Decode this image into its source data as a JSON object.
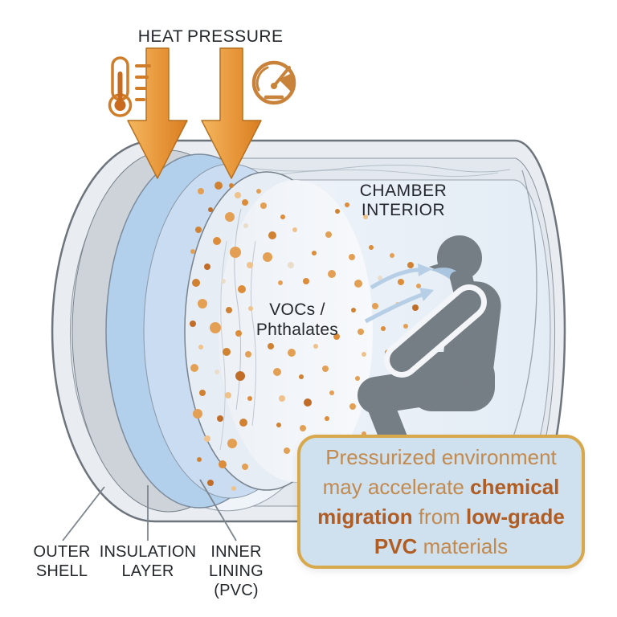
{
  "heading": {
    "heat": "HEAT",
    "pressure": "PRESSURE"
  },
  "icons": {
    "thermometer": "thermometer-icon",
    "gauge": "pressure-gauge-icon",
    "down_arrows": "orange-down-arrow"
  },
  "chamber": {
    "interior_label": "CHAMBER INTERIOR",
    "emission_label": [
      "VOCs /",
      "Phthalates"
    ]
  },
  "layer_labels": [
    {
      "id": "outer-shell",
      "lines": [
        "OUTER",
        "SHELL"
      ]
    },
    {
      "id": "insulation-layer",
      "lines": [
        "INSULATION",
        "LAYER"
      ]
    },
    {
      "id": "inner-lining-pvc",
      "lines": [
        "INNER",
        "LINING",
        "(PVC)"
      ]
    }
  ],
  "callout": {
    "lines": [
      [
        {
          "t": "Pressurized environment",
          "b": false
        }
      ],
      [
        {
          "t": "may accelerate ",
          "b": false
        },
        {
          "t": "chemical",
          "b": true
        }
      ],
      [
        {
          "t": "migration",
          "b": true
        },
        {
          "t": " from ",
          "b": false
        },
        {
          "t": "low-grade",
          "b": true
        }
      ],
      [
        {
          "t": "PVC",
          "b": true
        },
        {
          "t": " materials",
          "b": false
        }
      ]
    ],
    "background": "#cfe0ee",
    "border_color": "#d7a84c",
    "text_color": "#c28a4e",
    "bold_color": "#b05c22"
  },
  "colors": {
    "arrow_orange": "#e08a2c",
    "icon_orange": "#c97a2a",
    "outer_shell_gray": "#e9edf1",
    "insulation_blue": "#b2cfeb",
    "insulation_blue_light": "#c9dcf1",
    "lining_gray": "#e7edf4",
    "interior_blue": "#eef3f9",
    "person_gray": "#767e85",
    "breath_arrow_blue": "#b7cfe6",
    "label_black": "#24282c"
  },
  "particles": {
    "palette": [
      "#d08232",
      "#bf6d28",
      "#e3a055",
      "#efc28b",
      "#e9dcc8",
      "#dd8c3a"
    ],
    "dots": [
      [
        250,
        238,
        4,
        2
      ],
      [
        272,
        231,
        5,
        0
      ],
      [
        296,
        243,
        4,
        3
      ],
      [
        262,
        261,
        3,
        1
      ],
      [
        286,
        270,
        6,
        2
      ],
      [
        247,
        286,
        4,
        0
      ],
      [
        306,
        281,
        3,
        4
      ],
      [
        270,
        300,
        5,
        5
      ],
      [
        240,
        313,
        3,
        2
      ],
      [
        293,
        314,
        7,
        2
      ],
      [
        258,
        332,
        4,
        1
      ],
      [
        311,
        330,
        4,
        3
      ],
      [
        244,
        352,
        5,
        0
      ],
      [
        278,
        350,
        3,
        4
      ],
      [
        301,
        360,
        5,
        5
      ],
      [
        252,
        378,
        6,
        2
      ],
      [
        285,
        386,
        4,
        0
      ],
      [
        312,
        384,
        3,
        3
      ],
      [
        240,
        403,
        4,
        1
      ],
      [
        268,
        408,
        7,
        2
      ],
      [
        297,
        415,
        4,
        5
      ],
      [
        250,
        432,
        3,
        3
      ],
      [
        282,
        438,
        5,
        0
      ],
      [
        309,
        441,
        4,
        2
      ],
      [
        242,
        458,
        5,
        2
      ],
      [
        270,
        463,
        3,
        4
      ],
      [
        299,
        468,
        6,
        1
      ],
      [
        252,
        489,
        4,
        0
      ],
      [
        284,
        492,
        4,
        3
      ],
      [
        311,
        496,
        3,
        5
      ],
      [
        246,
        515,
        6,
        2
      ],
      [
        274,
        521,
        4,
        1
      ],
      [
        303,
        526,
        5,
        0
      ],
      [
        258,
        546,
        4,
        3
      ],
      [
        289,
        552,
        6,
        2
      ],
      [
        248,
        572,
        3,
        0
      ],
      [
        277,
        578,
        5,
        5
      ],
      [
        305,
        581,
        4,
        2
      ],
      [
        262,
        601,
        4,
        1
      ],
      [
        291,
        608,
        3,
        3
      ],
      [
        288,
        231,
        3,
        0
      ],
      [
        305,
        252,
        4,
        5
      ],
      [
        322,
        238,
        3,
        2
      ],
      [
        328,
        256,
        4,
        2
      ],
      [
        352,
        270,
        3,
        5
      ],
      [
        339,
        293,
        5,
        0
      ],
      [
        367,
        286,
        3,
        3
      ],
      [
        333,
        320,
        6,
        2
      ],
      [
        362,
        330,
        4,
        4
      ],
      [
        391,
        315,
        3,
        5
      ],
      [
        409,
        292,
        4,
        2
      ],
      [
        420,
        263,
        3,
        0
      ],
      [
        349,
        352,
        3,
        2
      ],
      [
        381,
        350,
        4,
        5
      ],
      [
        413,
        341,
        5,
        2
      ],
      [
        337,
        431,
        4,
        0
      ],
      [
        363,
        439,
        5,
        2
      ],
      [
        393,
        431,
        3,
        3
      ],
      [
        419,
        419,
        4,
        5
      ],
      [
        345,
        463,
        5,
        2
      ],
      [
        375,
        469,
        3,
        0
      ],
      [
        405,
        459,
        4,
        2
      ],
      [
        351,
        496,
        4,
        3
      ],
      [
        383,
        501,
        5,
        1
      ],
      [
        413,
        489,
        3,
        2
      ],
      [
        347,
        529,
        3,
        0
      ],
      [
        377,
        533,
        4,
        2
      ],
      [
        407,
        521,
        3,
        5
      ],
      [
        357,
        561,
        4,
        2
      ],
      [
        387,
        566,
        3,
        3
      ],
      [
        438,
        320,
        4,
        2
      ],
      [
        462,
        308,
        3,
        5
      ],
      [
        488,
        318,
        3,
        2
      ],
      [
        511,
        330,
        4,
        0
      ],
      [
        446,
        353,
        5,
        2
      ],
      [
        473,
        346,
        3,
        4
      ],
      [
        499,
        351,
        4,
        5
      ],
      [
        521,
        356,
        3,
        2
      ],
      [
        440,
        386,
        3,
        0
      ],
      [
        467,
        381,
        4,
        2
      ],
      [
        495,
        379,
        3,
        3
      ],
      [
        517,
        383,
        4,
        1
      ],
      [
        449,
        413,
        4,
        2
      ],
      [
        477,
        409,
        3,
        5
      ],
      [
        505,
        406,
        3,
        2
      ],
      [
        453,
        441,
        3,
        3
      ],
      [
        483,
        439,
        4,
        0
      ],
      [
        445,
        471,
        3,
        2
      ],
      [
        473,
        476,
        3,
        5
      ],
      [
        439,
        506,
        4,
        2
      ],
      [
        467,
        511,
        3,
        1
      ],
      [
        453,
        540,
        3,
        2
      ],
      [
        432,
        255,
        3,
        5
      ],
      [
        455,
        270,
        3,
        3
      ]
    ]
  }
}
